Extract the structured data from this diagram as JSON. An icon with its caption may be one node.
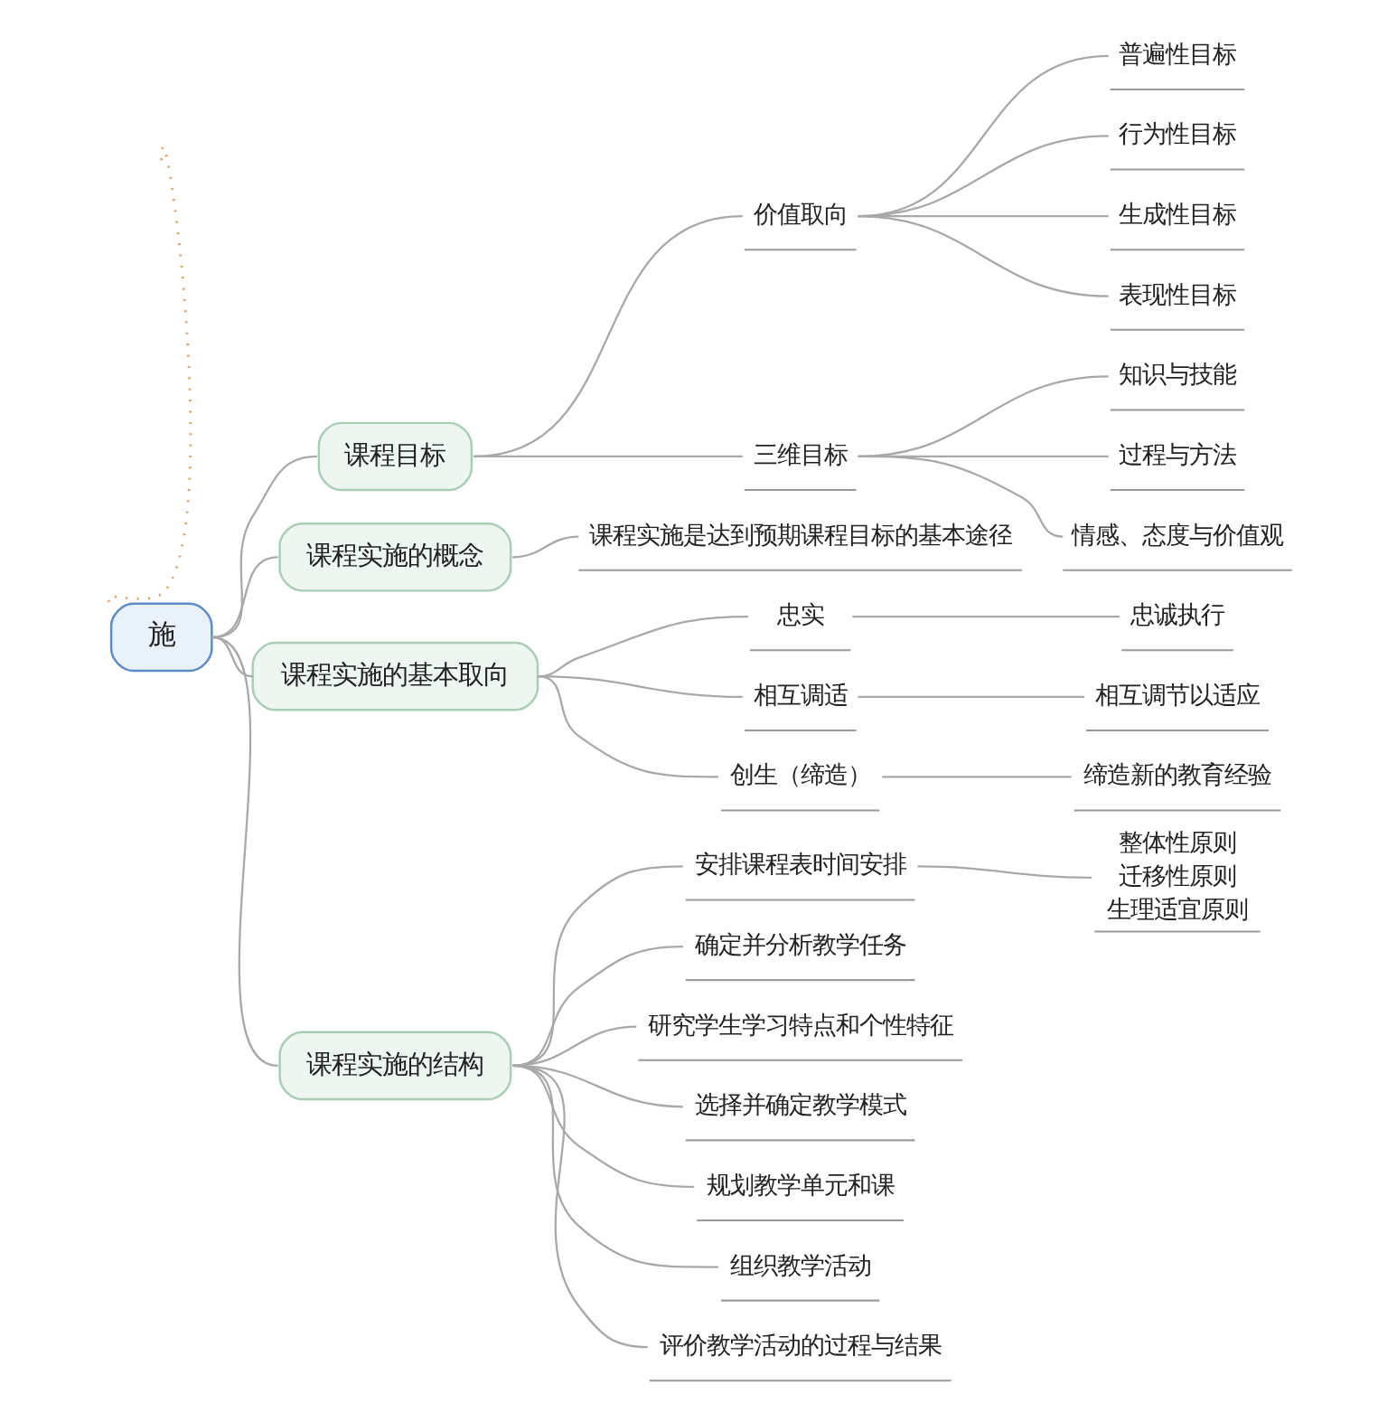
{
  "diagram": {
    "nodes": [
      {
        "text": [
          "施"
        ]
      },
      {
        "text": [
          "课程目标"
        ]
      },
      {
        "text": [
          "价值取向"
        ]
      },
      {
        "text": [
          "普遍性目标"
        ]
      },
      {
        "text": [
          "行为性目标"
        ]
      },
      {
        "text": [
          "生成性目标"
        ]
      },
      {
        "text": [
          "表现性目标"
        ]
      },
      {
        "text": [
          "三维目标"
        ]
      },
      {
        "text": [
          "知识与技能"
        ]
      },
      {
        "text": [
          "过程与方法"
        ]
      },
      {
        "text": [
          "情感、态度与价值观"
        ]
      },
      {
        "text": [
          "课程实施的概念"
        ]
      },
      {
        "text": [
          "课程实施是达到预期课程目标的基本途径"
        ]
      },
      {
        "text": [
          "课程实施的基本取向"
        ]
      },
      {
        "text": [
          "忠实"
        ]
      },
      {
        "text": [
          "忠诚执行"
        ]
      },
      {
        "text": [
          "相互调适"
        ]
      },
      {
        "text": [
          "相互调节以适应"
        ]
      },
      {
        "text": [
          "创生（缔造）"
        ]
      },
      {
        "text": [
          "缔造新的教育经验"
        ]
      },
      {
        "text": [
          "课程实施的结构"
        ]
      },
      {
        "text": [
          "安排课程表时间安排"
        ]
      },
      {
        "text": [
          "整体性原则",
          "迁移性原则",
          "生理适宜原则"
        ]
      },
      {
        "text": [
          "确定并分析教学任务"
        ]
      },
      {
        "text": [
          "研究学生学习特点和个性特征"
        ]
      },
      {
        "text": [
          "选择并确定教学模式"
        ]
      },
      {
        "text": [
          "规划教学单元和课"
        ]
      },
      {
        "text": [
          "组织教学活动"
        ]
      },
      {
        "text": [
          "评价教学活动的过程与结果"
        ]
      }
    ],
    "edges": [
      {
        "from": 0,
        "to": null,
        "arrow": "none",
        "style": "dashed",
        "color": "#d9a46c"
      },
      {
        "from": 0,
        "to": 1,
        "arrow": "none"
      },
      {
        "from": 1,
        "to": 2,
        "arrow": "none"
      },
      {
        "from": 2,
        "to": 3,
        "arrow": "none"
      },
      {
        "from": 2,
        "to": 4,
        "arrow": "none"
      },
      {
        "from": 2,
        "to": 5,
        "arrow": "none"
      },
      {
        "from": 2,
        "to": 6,
        "arrow": "none"
      },
      {
        "from": 1,
        "to": 7,
        "arrow": "none"
      },
      {
        "from": 7,
        "to": 8,
        "arrow": "none"
      },
      {
        "from": 7,
        "to": 9,
        "arrow": "none"
      },
      {
        "from": 7,
        "to": 10,
        "arrow": "none"
      },
      {
        "from": 0,
        "to": 11,
        "arrow": "none"
      },
      {
        "from": 11,
        "to": 12,
        "arrow": "none"
      },
      {
        "from": 0,
        "to": 13,
        "arrow": "none"
      },
      {
        "from": 13,
        "to": 14,
        "arrow": "none"
      },
      {
        "from": 14,
        "to": 15,
        "arrow": "none"
      },
      {
        "from": 13,
        "to": 16,
        "arrow": "none"
      },
      {
        "from": 16,
        "to": 17,
        "arrow": "none"
      },
      {
        "from": 13,
        "to": 18,
        "arrow": "none"
      },
      {
        "from": 18,
        "to": 19,
        "arrow": "none"
      },
      {
        "from": 0,
        "to": 20,
        "arrow": "none"
      },
      {
        "from": 20,
        "to": 21,
        "arrow": "none"
      },
      {
        "from": 21,
        "to": 22,
        "arrow": "none"
      },
      {
        "from": 20,
        "to": 23,
        "arrow": "none"
      },
      {
        "from": 20,
        "to": 24,
        "arrow": "none"
      },
      {
        "from": 20,
        "to": 25,
        "arrow": "none"
      },
      {
        "from": 20,
        "to": 26,
        "arrow": "none"
      },
      {
        "from": 20,
        "to": 27,
        "arrow": "none"
      },
      {
        "from": 20,
        "to": 28,
        "arrow": "none"
      }
    ]
  }
}
